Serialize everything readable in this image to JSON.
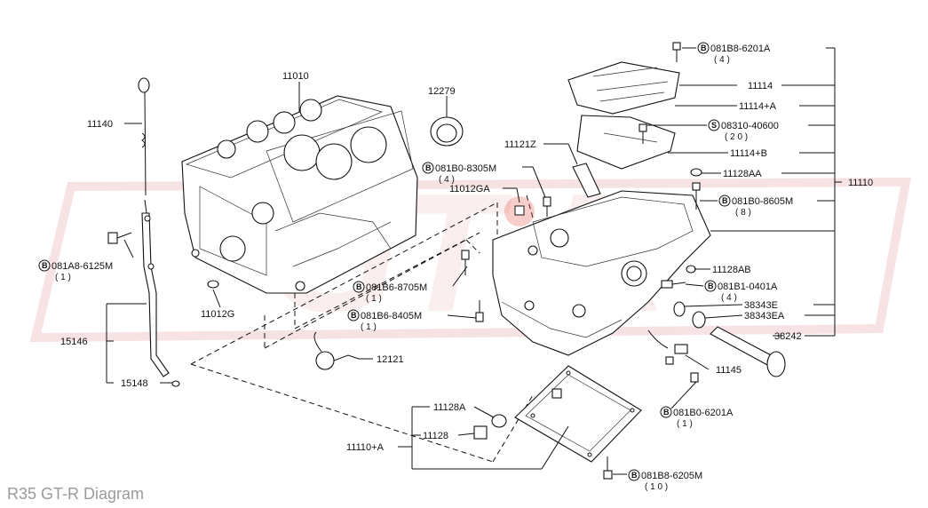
{
  "caption": "R35 GT-R Diagram",
  "watermark": "GT-R",
  "labels": {
    "l11010": "11010",
    "l12279": "12279",
    "l11140": "11140",
    "l081A8": "081A8-6125M",
    "l081A8q": "( 1 )",
    "l11012G": "11012G",
    "l15146": "15146",
    "l15148": "15148",
    "l12121": "12121",
    "l081B6_87": "081B6-8705M",
    "l081B6_87q": "( 1 )",
    "l081B6_84": "081B6-8405M",
    "l081B6_84q": "( 1 )",
    "l11012GA": "11012GA",
    "l081B0_83": "081B0-8305M",
    "l081B0_83q": "( 4 )",
    "l11121Z": "11121Z",
    "l081B8_62": "081B8-6201A",
    "l081B8_62q": "( 4 )",
    "l11114": "11114",
    "l11114A": "11114+A",
    "l08310": "08310-40600",
    "l08310q": "( 2 0 )",
    "l11114B": "11114+B",
    "l11128AA": "11128AA",
    "l081B0_86": "081B0-8605M",
    "l081B0_86q": "( 8 )",
    "l11110": "11110",
    "l11128AB": "11128AB",
    "l081B1": "081B1-0401A",
    "l081B1q": "( 4 )",
    "l38343E": "38343E",
    "l38343EA": "38343EA",
    "l38242": "38242",
    "l11145": "11145",
    "l081B0_62": "081B0-6201A",
    "l081B0_62q": "( 1 )",
    "l11128A": "11128A",
    "l11128": "11128",
    "l11110A": "11110+A",
    "l081B8_6205": "081B8-6205M",
    "l081B8_6205q": "( 1 0 )"
  },
  "symbols": {
    "bolt": "B",
    "screw": "S"
  },
  "colors": {
    "line": "#111111",
    "highlight": "#e23b2e",
    "caption": "#9a9a9a",
    "watermark": "#f3d9d9"
  }
}
